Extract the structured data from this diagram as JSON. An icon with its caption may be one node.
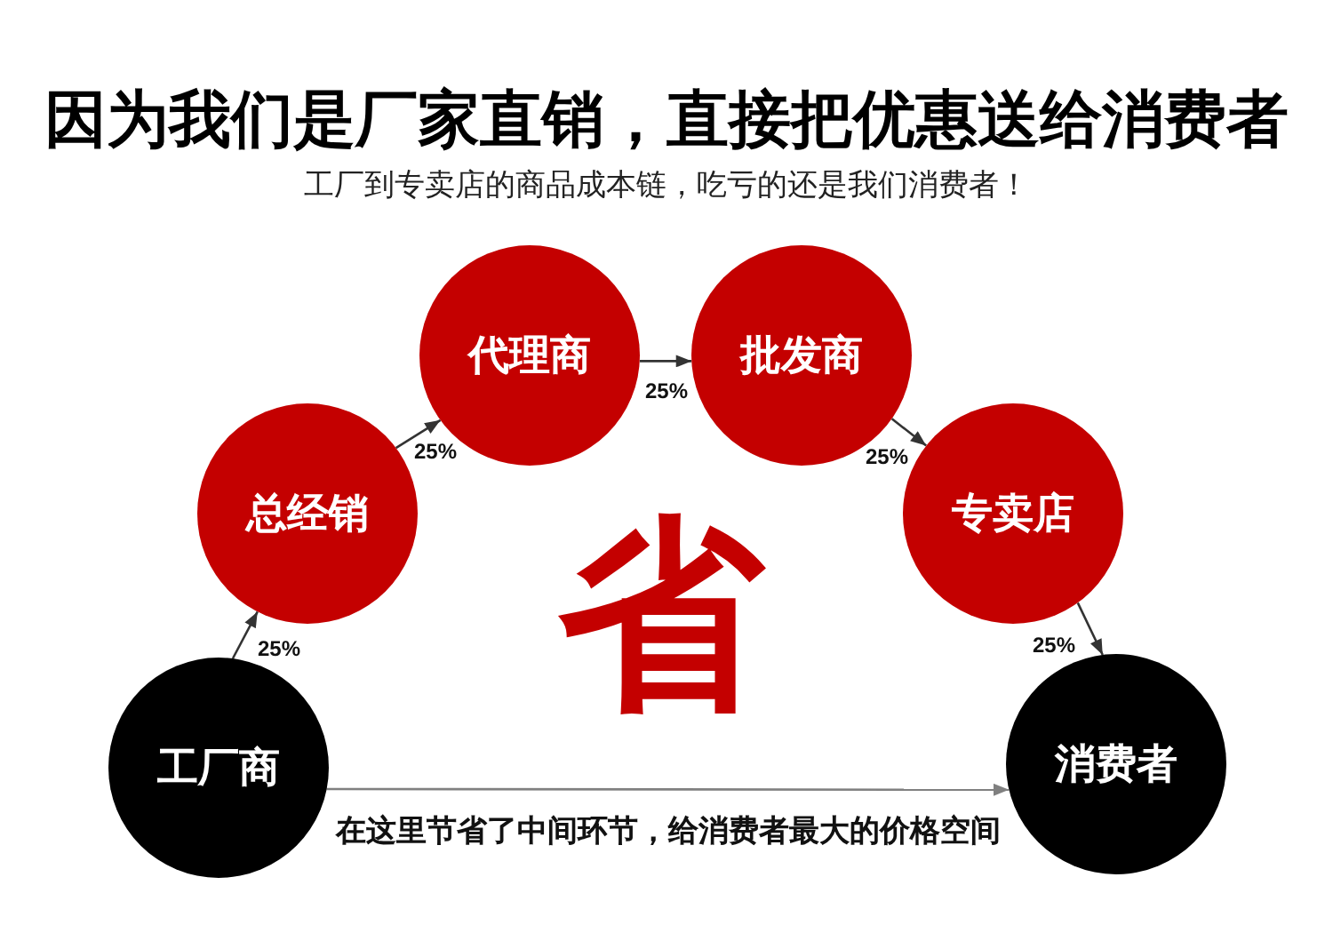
{
  "diagram": {
    "title": "因为我们是厂家直销，直接把优惠送给消费者",
    "nodes": [
      {
        "text": [
          "工厂商"
        ]
      },
      {
        "text": [
          "总经销"
        ]
      },
      {
        "text": [
          "代理商"
        ]
      },
      {
        "text": [
          "批发商"
        ]
      },
      {
        "text": [
          "专卖店"
        ]
      },
      {
        "text": [
          "消费者"
        ]
      }
    ],
    "edges": [
      {
        "from": 0,
        "to": 1,
        "arrow": "to",
        "label": "25%"
      },
      {
        "from": 1,
        "to": 2,
        "arrow": "to",
        "label": "25%"
      },
      {
        "from": 2,
        "to": 3,
        "arrow": "to",
        "label": "25%"
      },
      {
        "from": 3,
        "to": 4,
        "arrow": "to",
        "label": "25%"
      },
      {
        "from": 4,
        "to": 5,
        "arrow": "to",
        "label": "25%"
      },
      {
        "from": 0,
        "to": 5,
        "arrow": "to",
        "label": "在这里节省了中间环节，给消费者最大的价格空间",
        "color": "#808080"
      }
    ],
    "labels": [
      "工厂到专卖店的商品成本链，吃亏的还是我们消费者！",
      "省"
    ]
  }
}
